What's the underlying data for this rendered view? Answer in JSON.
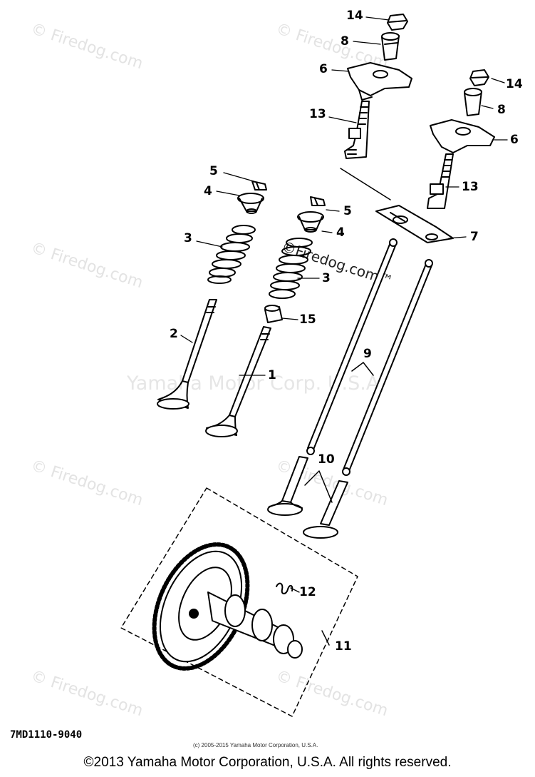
{
  "watermarks": {
    "site": "© Firedog.com",
    "center": "Yamaha Motor Corp. U.S.A.",
    "tm": "©Firedog.com™"
  },
  "callouts": [
    {
      "id": "c14a",
      "text": "14"
    },
    {
      "id": "c8a",
      "text": "8"
    },
    {
      "id": "c6a",
      "text": "6"
    },
    {
      "id": "c14b",
      "text": "14"
    },
    {
      "id": "c8b",
      "text": "8"
    },
    {
      "id": "c6b",
      "text": "6"
    },
    {
      "id": "c13a",
      "text": "13"
    },
    {
      "id": "c13b",
      "text": "13"
    },
    {
      "id": "c5a",
      "text": "5"
    },
    {
      "id": "c4a",
      "text": "4"
    },
    {
      "id": "c5b",
      "text": "5"
    },
    {
      "id": "c4b",
      "text": "4"
    },
    {
      "id": "c7",
      "text": "7"
    },
    {
      "id": "c3a",
      "text": "3"
    },
    {
      "id": "c3b",
      "text": "3"
    },
    {
      "id": "c15",
      "text": "15"
    },
    {
      "id": "c2",
      "text": "2"
    },
    {
      "id": "c1",
      "text": "1"
    },
    {
      "id": "c9",
      "text": "9"
    },
    {
      "id": "c10",
      "text": "10"
    },
    {
      "id": "c12",
      "text": "12"
    },
    {
      "id": "c11",
      "text": "11"
    }
  ],
  "diagram_code": "7MD1110-9040",
  "small_copyright": "(c) 2005-2015 Yamaha Motor Corporation, U.S.A.",
  "footer_copyright": "©2013 Yamaha Motor Corporation, U.S.A. All rights reserved."
}
